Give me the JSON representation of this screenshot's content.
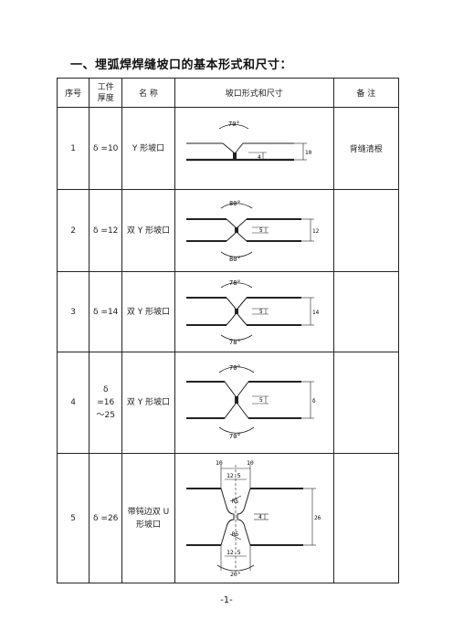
{
  "heading": "一、埋弧焊焊缝坡口的基本形式和尺寸：",
  "table": {
    "headers": {
      "no": "序号",
      "thickness": "工件厚度",
      "name": "名 称",
      "diagram": "坡口形式和尺寸",
      "remark": "备 注"
    },
    "rows": [
      {
        "no": "1",
        "thickness": "δ =10",
        "name": "Y 形坡口",
        "remark": "背缝清根",
        "dims": {
          "angle_top": "70°",
          "root": "4",
          "thick": "10"
        }
      },
      {
        "no": "2",
        "thickness": "δ =12",
        "name": "双 Y 形坡口",
        "remark": "",
        "dims": {
          "angle_top": "80°",
          "angle_bottom": "80°",
          "root": "5",
          "thick": "12"
        }
      },
      {
        "no": "3",
        "thickness": "δ =14",
        "name": "双 Y 形坡口",
        "remark": "",
        "dims": {
          "angle_top": "78°",
          "angle_bottom": "78°",
          "root": "5",
          "thick": "14"
        }
      },
      {
        "no": "4",
        "thickness": "δ =16～25",
        "name": "双 Y 形坡口",
        "remark": "",
        "dims": {
          "angle_top": "70°",
          "angle_bottom": "70°",
          "root": "5",
          "thick": "δ"
        }
      },
      {
        "no": "5",
        "thickness": "δ =26",
        "name": "带钝边双 U 形坡口",
        "remark": "",
        "dims": {
          "top_left": "10",
          "top_right": "10",
          "width_top": "12.5",
          "radius_top": "R5",
          "root": "4",
          "radius_bottom": "R5",
          "width_bottom": "12.5",
          "angle_bottom": "20°",
          "thick": "26"
        }
      }
    ]
  },
  "page_number": "-1-"
}
